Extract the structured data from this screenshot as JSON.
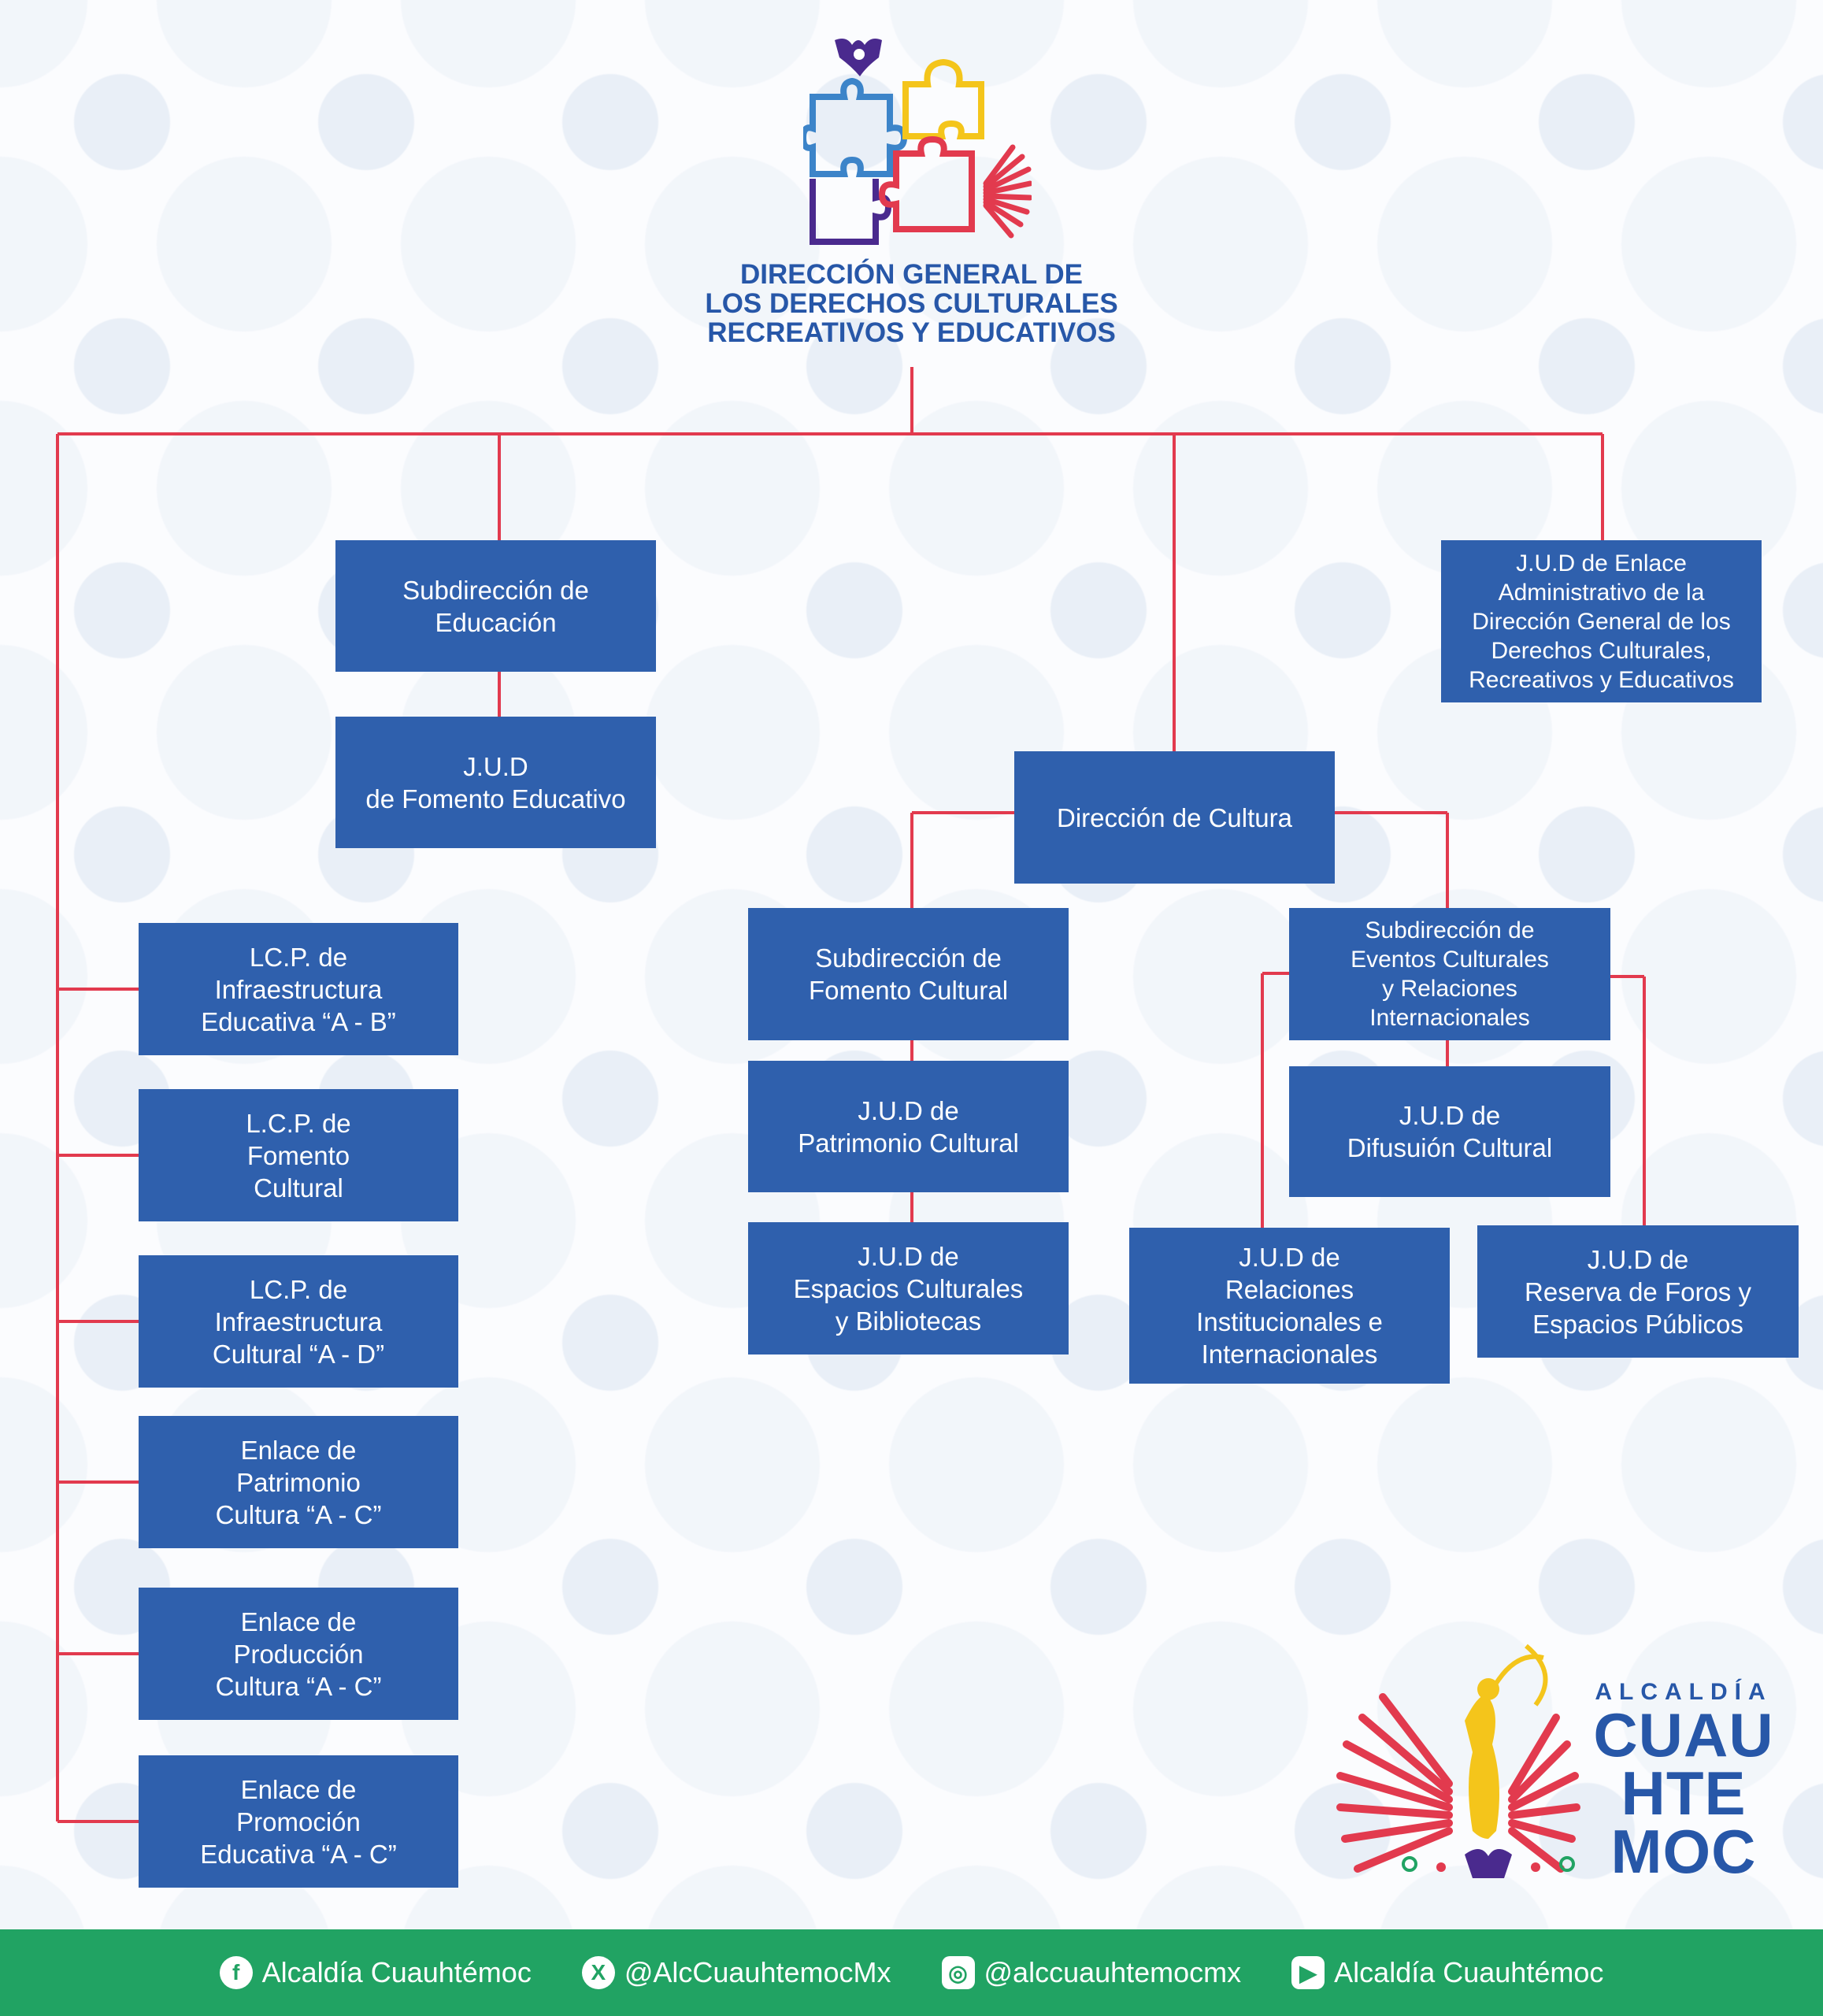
{
  "header": {
    "title": "DIRECCIÓN GENERAL DE\nLOS DERECHOS CULTURALES\nRECREATIVOS Y EDUCATIVOS"
  },
  "nodes": {
    "sub_educacion": "Subdirección de\nEducación",
    "jud_fomento_educativo": "J.U.D\nde Fomento Educativo",
    "jud_enlace_admin": "J.U.D  de Enlace\nAdministrativo de la\nDirección General de los\nDerechos Culturales,\nRecreativos y Educativos",
    "direccion_cultura": "Dirección de Cultura",
    "sub_fomento_cultural": "Subdirección de\nFomento Cultural",
    "jud_patrimonio_cultural": "J.U.D  de\nPatrimonio Cultural",
    "jud_espacios_culturales": "J.U.D  de\nEspacios Culturales\ny Bibliotecas",
    "sub_eventos": "Subdirección de\nEventos Culturales\ny Relaciones\nInternacionales",
    "jud_difusion": "J.U.D de\nDifusuión Cultural",
    "jud_relaciones": "J.U.D de\nRelaciones\nInstitucionales e\nInternacionales",
    "jud_reserva": "J.U.D de\nReserva de Foros y\nEspacios Públicos",
    "lcp_infra_educativa": "LC.P. de\nInfraestructura\nEducativa “A - B”",
    "lcp_fomento_cultural": "L.C.P. de\nFomento\nCultural",
    "lcp_infra_cultural": "LC.P. de\nInfraestructura\nCultural “A - D”",
    "enlace_patrimonio": "Enlace de\nPatrimonio\nCultura “A - C”",
    "enlace_produccion": "Enlace de\nProducción\nCultura “A - C”",
    "enlace_promocion": "Enlace de\nPromoción\nEducativa  “A - C”"
  },
  "brand": {
    "small": "ALCALDÍA",
    "big": "CUAU\nHTE\nMOC"
  },
  "footer": {
    "facebook": "Alcaldía Cuauhtémoc",
    "x": "@AlcCuauhtemocMx",
    "instagram": "@alccuauhtemocmx",
    "youtube": "Alcaldía Cuauhtémoc"
  },
  "colors": {
    "box": "#2f60ad",
    "connector": "#e23a4e",
    "title": "#2757a8",
    "footer": "#21a363"
  },
  "icons": {
    "facebook": "facebook-icon",
    "x": "x-icon",
    "instagram": "instagram-icon",
    "youtube": "youtube-icon"
  }
}
